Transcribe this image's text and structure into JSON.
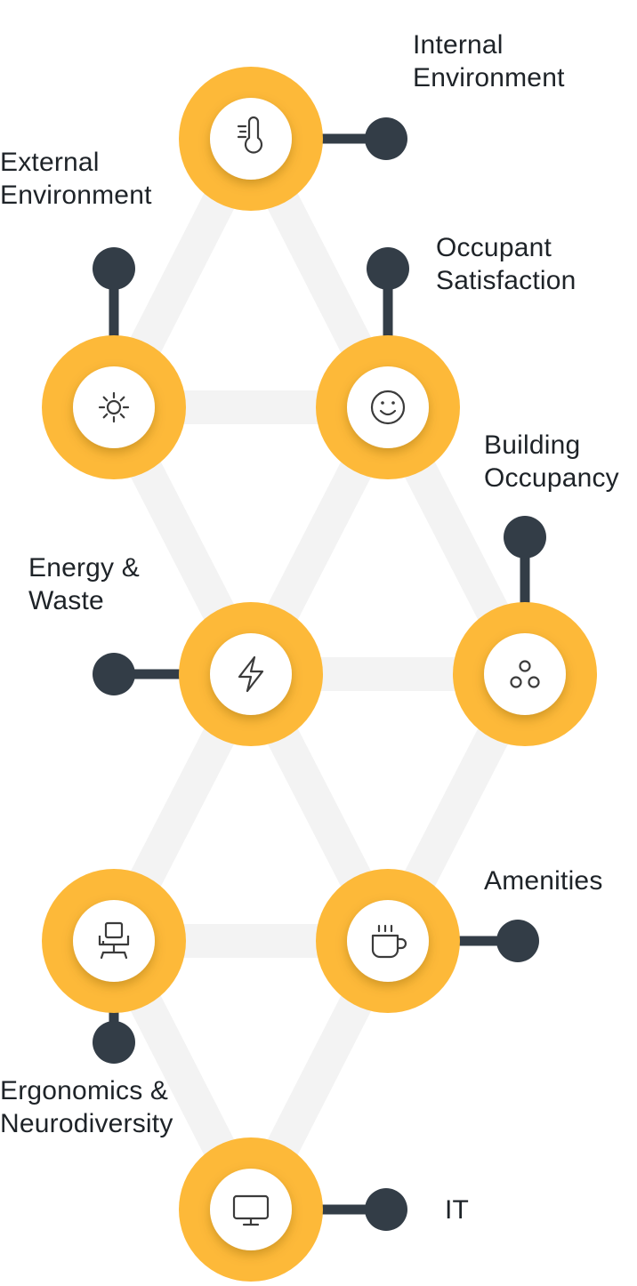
{
  "colors": {
    "accent": "#fdb939",
    "connector": "#333d47",
    "lattice": "#f3f3f3",
    "disc": "#ffffff",
    "icon_stroke": "#3b3b3b",
    "text": "#1e2328"
  },
  "nodes": [
    {
      "id": "internal-environment",
      "icon": "thermometer-icon",
      "label": [
        "Internal",
        "Environment"
      ]
    },
    {
      "id": "external-environment",
      "icon": "sun-icon",
      "label": [
        "External",
        "Environment"
      ]
    },
    {
      "id": "occupant-satisfaction",
      "icon": "smiley-icon",
      "label": [
        "Occupant",
        "Satisfaction"
      ]
    },
    {
      "id": "building-occupancy",
      "icon": "people-icon",
      "label": [
        "Building",
        "Occupancy"
      ]
    },
    {
      "id": "energy-waste",
      "icon": "lightning-icon",
      "label": [
        "Energy &",
        "Waste"
      ]
    },
    {
      "id": "amenities",
      "icon": "coffee-cup-icon",
      "label": [
        "Amenities"
      ]
    },
    {
      "id": "ergonomics-neurodiversity",
      "icon": "office-chair-icon",
      "label": [
        "Ergonomics &",
        "Neurodiversity"
      ]
    },
    {
      "id": "it",
      "icon": "monitor-icon",
      "label": [
        "IT"
      ]
    }
  ]
}
